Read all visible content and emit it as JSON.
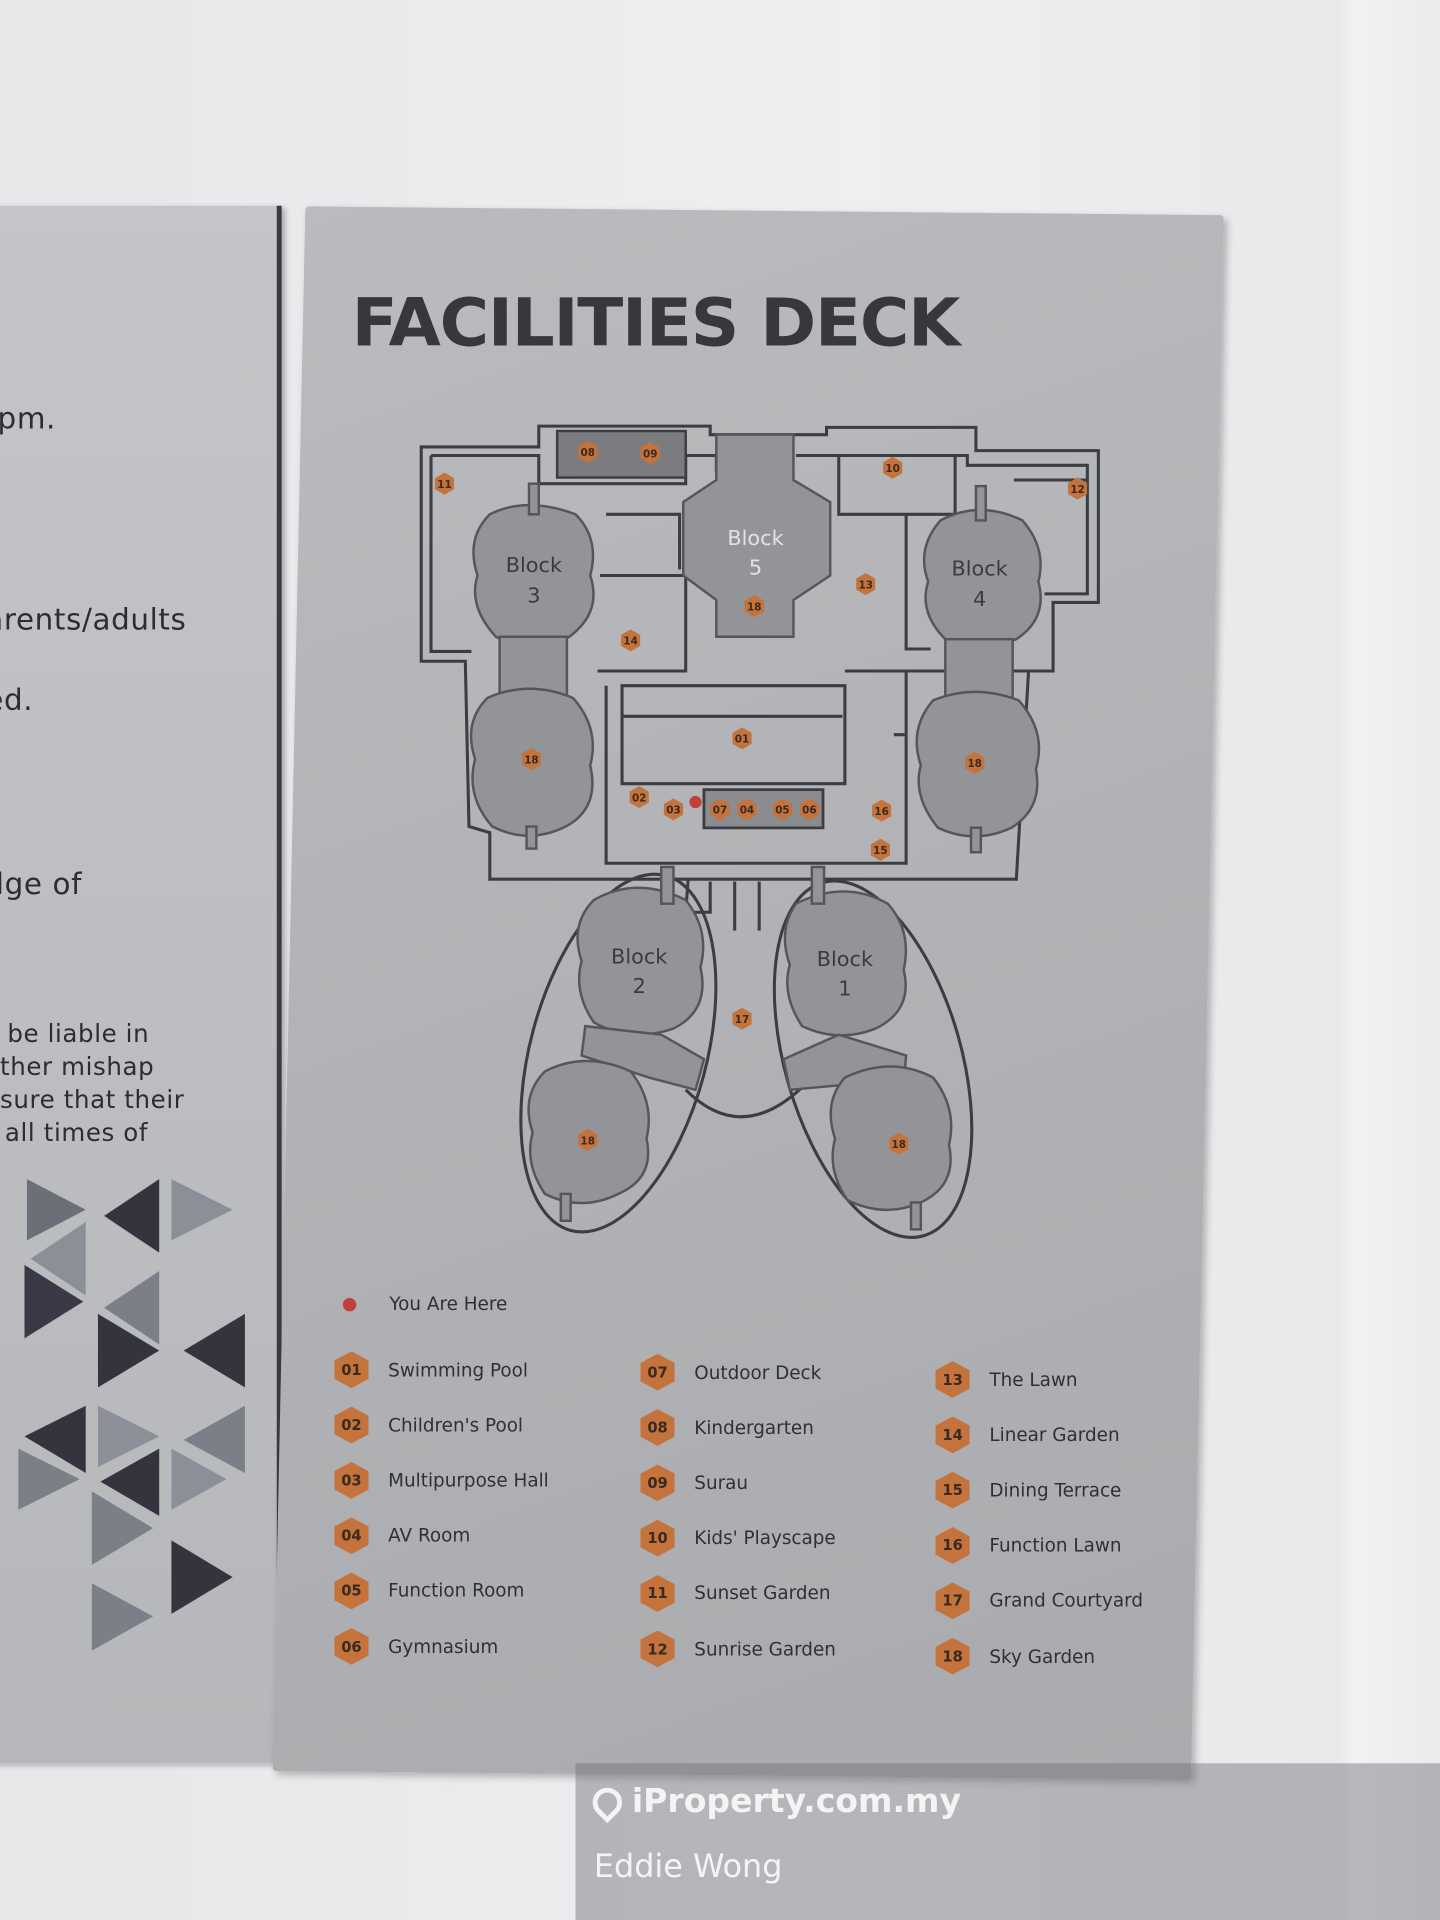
{
  "left_panel": {
    "lines": [
      "pm.",
      "arents/adults",
      "ed.",
      "dge of",
      "be liable in",
      "ther mishap",
      "sure that their",
      "all times of"
    ]
  },
  "sign": {
    "title": "FACILITIES DECK",
    "blocks": [
      {
        "name": "Block",
        "number": "3"
      },
      {
        "name": "Block",
        "number": "5"
      },
      {
        "name": "Block",
        "number": "4"
      },
      {
        "name": "Block",
        "number": "2"
      },
      {
        "name": "Block",
        "number": "1"
      }
    ],
    "map_markers": [
      "08",
      "09",
      "10",
      "11",
      "12",
      "13",
      "18",
      "14",
      "01",
      "18",
      "18",
      "02",
      "03",
      "07",
      "04",
      "05",
      "06",
      "16",
      "15",
      "17",
      "18",
      "18"
    ],
    "you_are_here": "You Are Here",
    "legend": [
      [
        {
          "code": "01",
          "label": "Swimming Pool"
        },
        {
          "code": "02",
          "label": "Children's Pool"
        },
        {
          "code": "03",
          "label": "Multipurpose Hall"
        },
        {
          "code": "04",
          "label": "AV Room"
        },
        {
          "code": "05",
          "label": "Function Room"
        },
        {
          "code": "06",
          "label": "Gymnasium"
        }
      ],
      [
        {
          "code": "07",
          "label": "Outdoor Deck"
        },
        {
          "code": "08",
          "label": "Kindergarten"
        },
        {
          "code": "09",
          "label": "Surau"
        },
        {
          "code": "10",
          "label": "Kids' Playscape"
        },
        {
          "code": "11",
          "label": "Sunset Garden"
        },
        {
          "code": "12",
          "label": "Sunrise Garden"
        }
      ],
      [
        {
          "code": "13",
          "label": "The Lawn"
        },
        {
          "code": "14",
          "label": "Linear Garden"
        },
        {
          "code": "15",
          "label": "Dining Terrace"
        },
        {
          "code": "16",
          "label": "Function Lawn"
        },
        {
          "code": "17",
          "label": "Grand Courtyard"
        },
        {
          "code": "18",
          "label": "Sky Garden"
        }
      ]
    ],
    "colors": {
      "marker": "#c4733c",
      "you_are_here": "#c2403b"
    }
  },
  "watermark": {
    "site": "iProperty.com.my",
    "agent": "Eddie Wong"
  }
}
